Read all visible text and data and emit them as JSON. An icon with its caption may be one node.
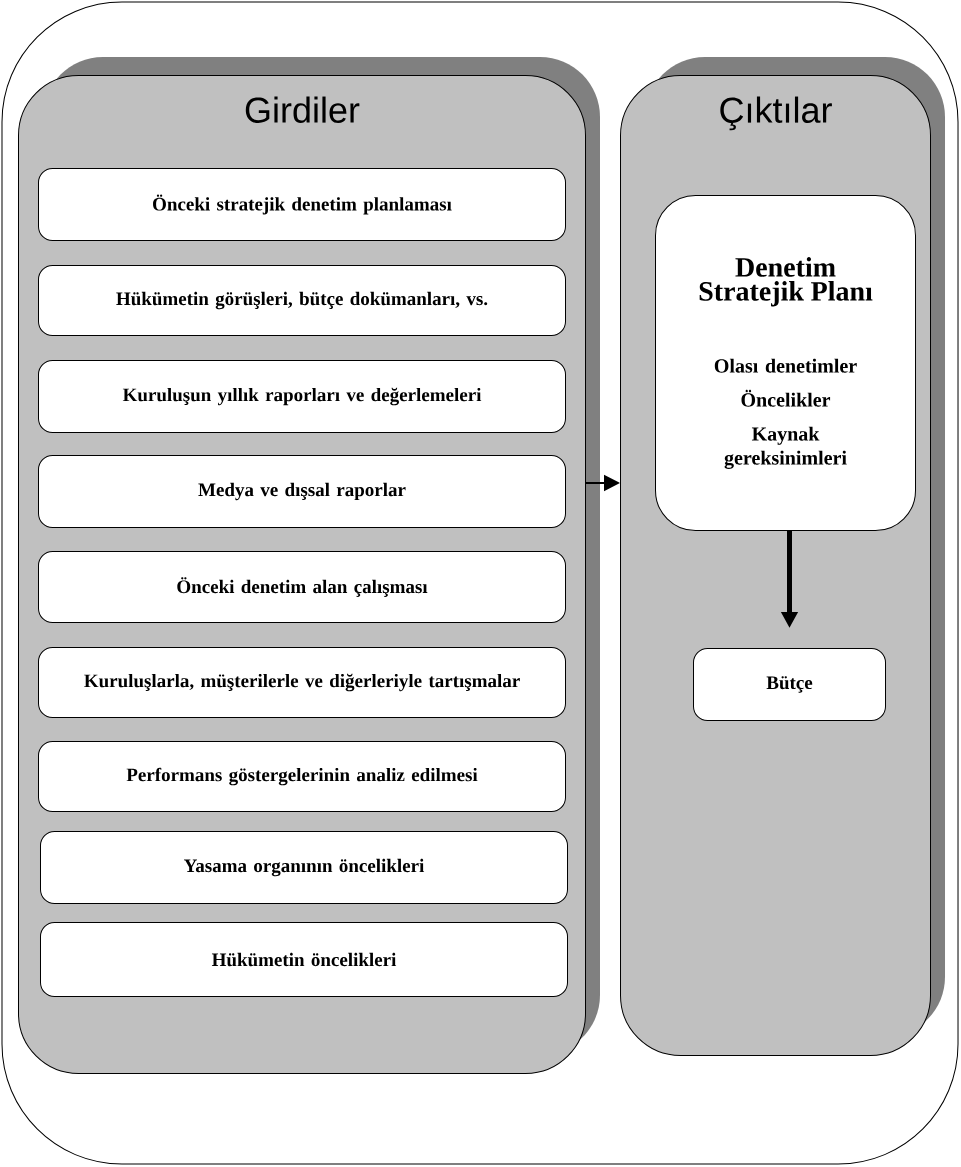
{
  "diagram": {
    "nodes": [
      {
        "text": [
          "Girdiler"
        ]
      },
      {
        "text": [
          "Önceki stratejik denetim planlaması"
        ],
        "in": 0
      },
      {
        "text": [
          "Hükümetin görüşleri, bütçe dokümanları, vs."
        ],
        "in": 0
      },
      {
        "text": [
          "Kuruluşun yıllık raporları ve değerlemeleri"
        ],
        "in": 0
      },
      {
        "text": [
          "Medya ve dışsal raporlar"
        ],
        "in": 0
      },
      {
        "text": [
          "Önceki denetim alan çalışması"
        ],
        "in": 0
      },
      {
        "text": [
          "Kuruluşlarla, müşterilerle ve diğerleriyle tartışmalar"
        ],
        "in": 0
      },
      {
        "text": [
          "Performans göstergelerinin analiz edilmesi"
        ],
        "in": 0
      },
      {
        "text": [
          "Yasama organının öncelikleri"
        ],
        "in": 0
      },
      {
        "text": [
          "Hükümetin öncelikleri"
        ],
        "in": 0
      },
      {
        "text": [
          "Çıktılar"
        ]
      },
      {
        "text": [
          "Denetim Stratejik Planı",
          "Olası denetimler",
          "Öncelikler",
          "Kaynak gereksinimleri"
        ],
        "in": 10
      },
      {
        "text": [
          "Bütçe"
        ],
        "in": 10
      }
    ],
    "edges": [
      {
        "from": 0,
        "to": 10,
        "arrow": "to"
      },
      {
        "from": 11,
        "to": 12,
        "arrow": "to",
        "style": "thick"
      }
    ]
  }
}
